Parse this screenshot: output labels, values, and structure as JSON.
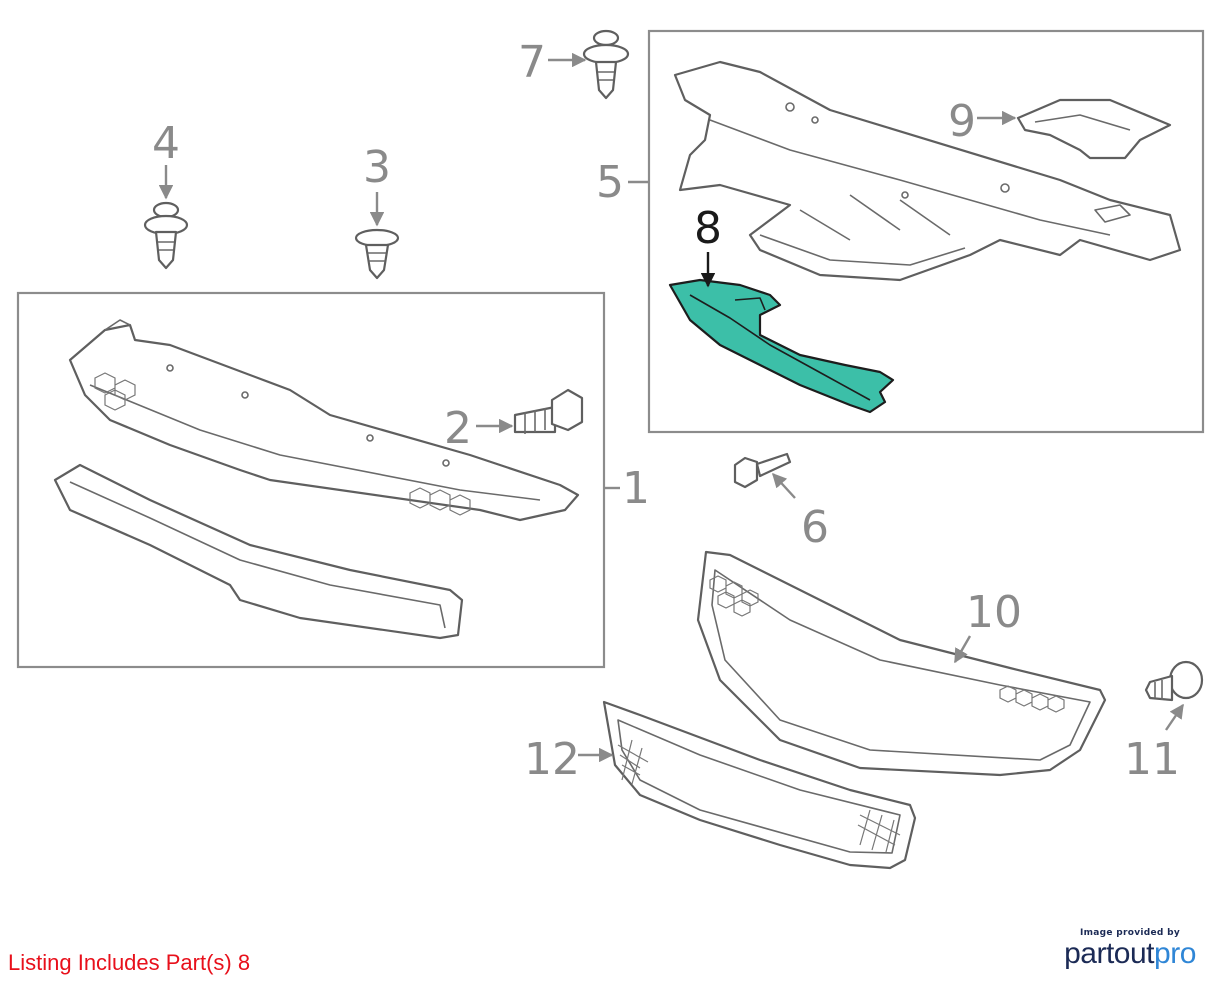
{
  "callouts": {
    "c1": "1",
    "c2": "2",
    "c3": "3",
    "c4": "4",
    "c5": "5",
    "c6": "6",
    "c7": "7",
    "c8": "8",
    "c9": "9",
    "c10": "10",
    "c11": "11",
    "c12": "12"
  },
  "highlight": {
    "part": "8",
    "color": "#3cbfa8"
  },
  "footer": {
    "listing_note": "Listing Includes Part(s) 8",
    "credit_small": "Image provided by",
    "credit_logo_left": "partout",
    "credit_logo_right": "pro"
  }
}
